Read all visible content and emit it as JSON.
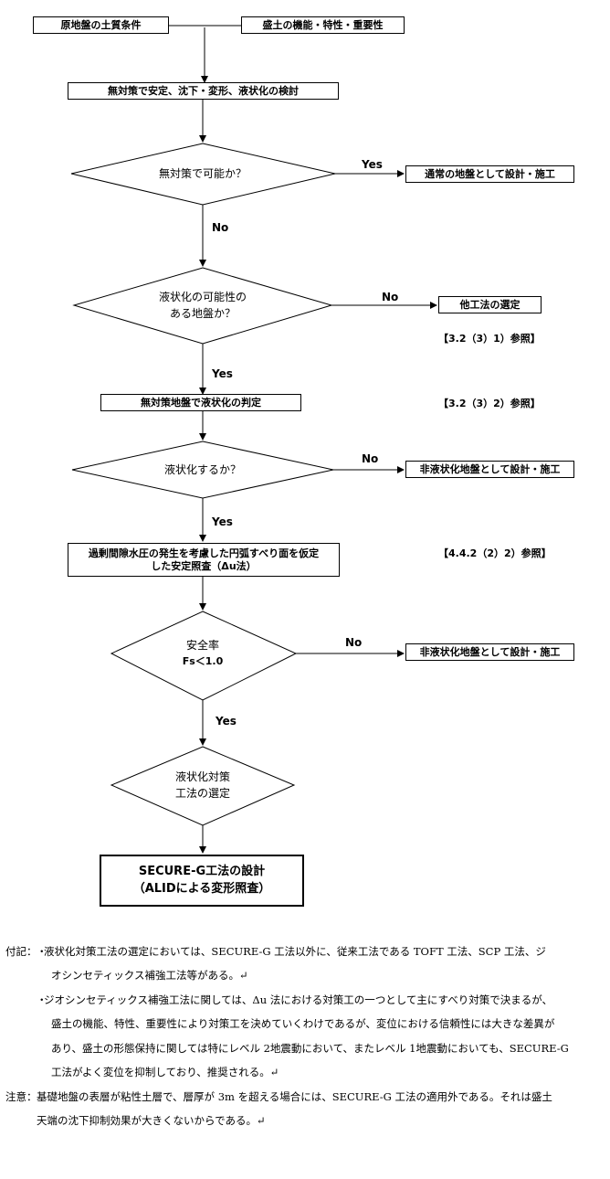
{
  "flowchart": {
    "top_left": "原地盤の土質条件",
    "top_right": "盛土の機能・特性・重要性",
    "step1": "無対策で安定、沈下・変形、液状化の検討",
    "d1": "無対策で可能か？",
    "d1_yes": "Yes",
    "r1": "通常の地盤として設計・施工",
    "d1_no": "No",
    "d2": "液状化の可能性の\nある地盤か？",
    "d2_no": "No",
    "r2": "他工法の選定",
    "ref1": "【3.2（3）1）参照】",
    "d2_yes": "Yes",
    "step2": "無対策地盤で液状化の判定",
    "ref2": "【3.2（3）2）参照】",
    "d3": "液状化するか？",
    "d3_no": "No",
    "r3": "非液状化地盤として設計・施工",
    "d3_yes": "Yes",
    "step3": "過剰間隙水圧の発生を考慮した円弧すべり面を仮定\nした安定照査（Δu法）",
    "ref3": "【4.4.2（2）2）参照】",
    "d4": "安全率",
    "d4_sub": "Fs＜1.0",
    "d4_no": "No",
    "r4": "非液状化地盤として設計・施工",
    "d4_yes": "Yes",
    "d5": "液状化対策\n工法の選定",
    "final": "SECURE-G工法の設計\n（ALIDによる変形照査）"
  },
  "notes": {
    "fuki_label": "付記：",
    "fuki_items": [
      {
        "first": "液状化対策工法の選定においては、SECURE-G 工法以外に、従来工法である TOFT 工法、SCP 工法、ジ",
        "rest": [
          "オシンセティックス補強工法等がある。↵"
        ]
      },
      {
        "first": "ジオシンセティックス補強工法に関しては、Δu 法における対策工の一つとして主にすべり対策で決まるが、",
        "rest": [
          "盛土の機能、特性、重要性により対策工を決めていくわけであるが、変位における信頼性には大きな差異が",
          "あり、盛土の形態保持に関しては特にレベル 2地震動において、またレベル 1地震動においても、SECURE-G",
          "工法がよく変位を抑制しており、推奨される。↵"
        ]
      }
    ],
    "chui_label": "注意：",
    "chui_lines": [
      "基礎地盤の表層が粘性土層で、層厚が 3m を超える場合には、SECURE-G 工法の適用外である。それは盛土",
      "天端の沈下抑制効果が大きくないからである。↵"
    ]
  }
}
